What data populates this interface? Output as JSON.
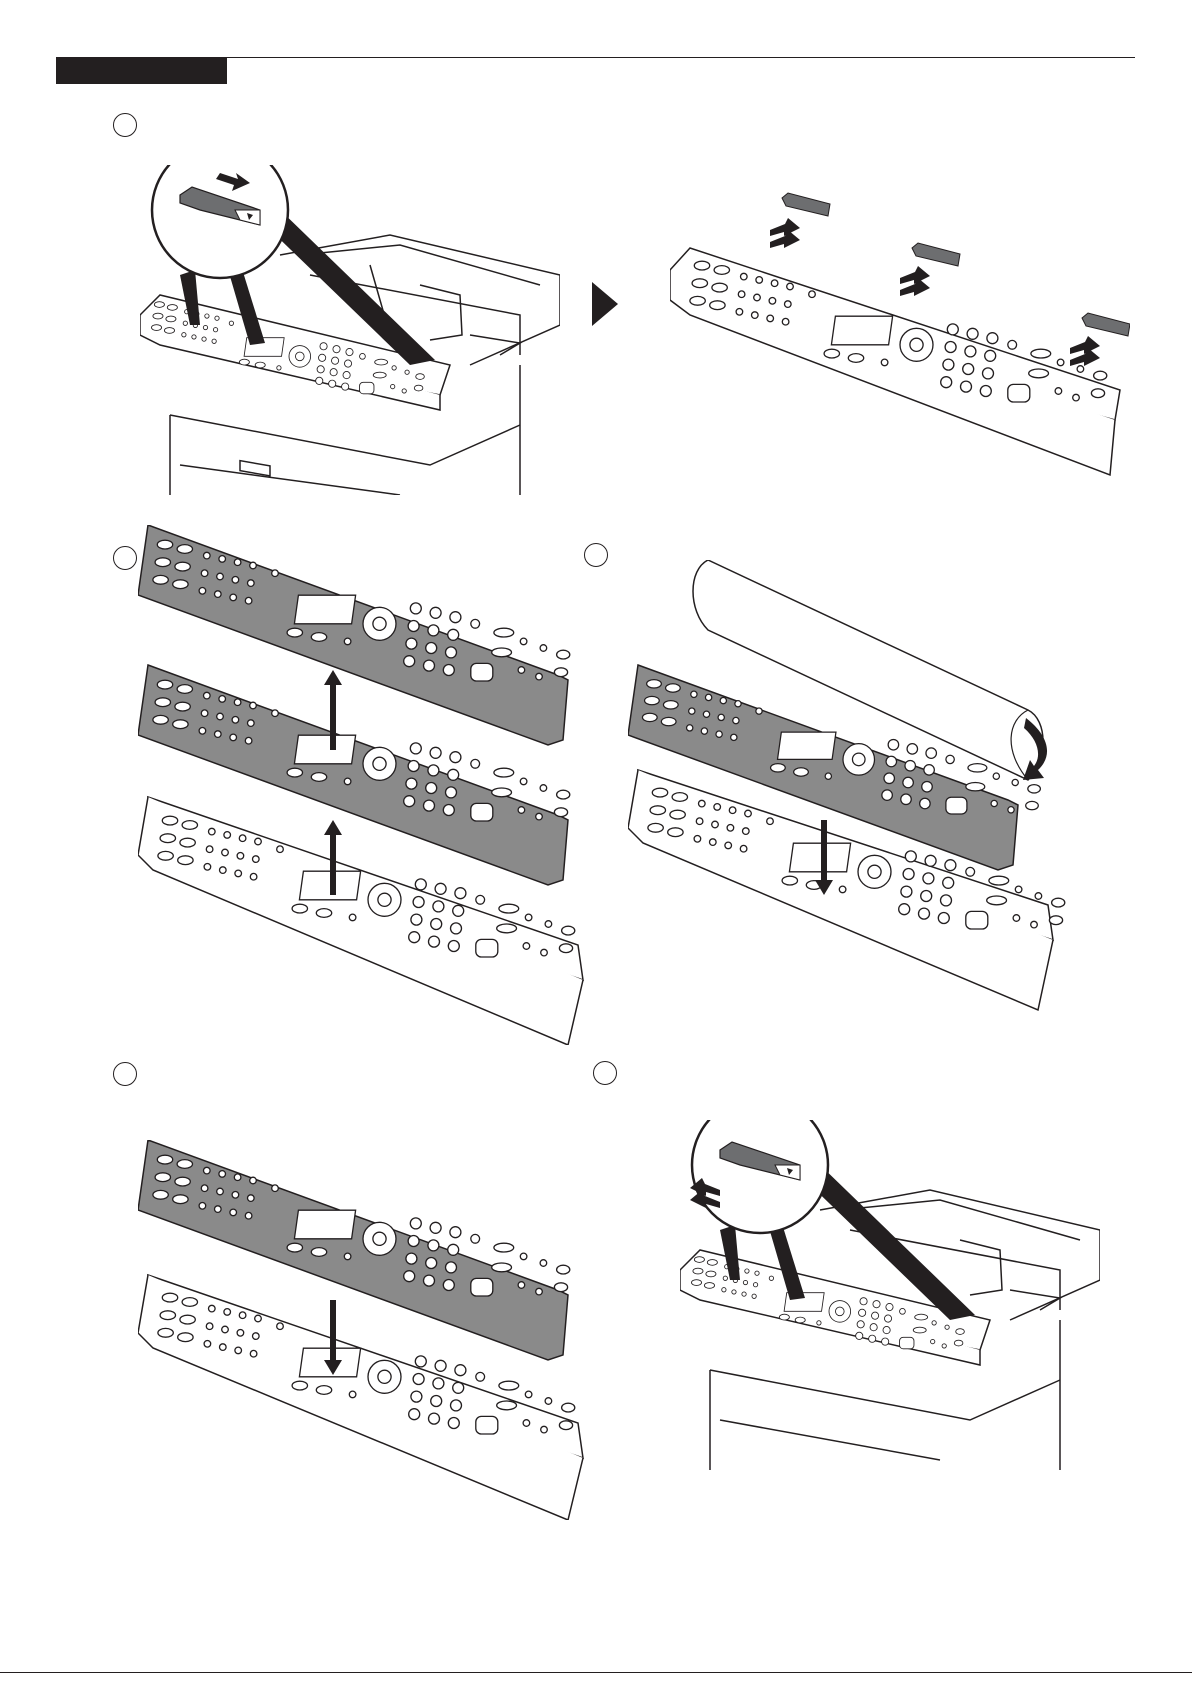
{
  "header": {
    "tab_color": "#231f20",
    "rule_color": "#231f20"
  },
  "steps": [
    {
      "id": "step-1",
      "label": ""
    },
    {
      "id": "step-2",
      "label": ""
    },
    {
      "id": "step-3",
      "label": ""
    },
    {
      "id": "step-4",
      "label": ""
    },
    {
      "id": "step-5",
      "label": ""
    }
  ],
  "illustrations": [
    {
      "name": "remove-clip-from-machine-panel",
      "icon": "printer-panel-with-clip-magnifier"
    },
    {
      "name": "clips-removed-panel",
      "icon": "operation-panel-with-three-clips"
    },
    {
      "name": "lift-old-sheet-and-cover",
      "icon": "panel-exploded-up-arrows"
    },
    {
      "name": "place-new-sheet-and-cover",
      "icon": "panel-with-film-sheet-down-arrow"
    },
    {
      "name": "lower-cover-onto-panel",
      "icon": "panel-exploded-down-arrow"
    },
    {
      "name": "reattach-clip-to-machine-panel",
      "icon": "printer-panel-with-clip-magnifier"
    }
  ],
  "colors": {
    "line": "#231f20",
    "panel_fill_gray": "#8a8a8a",
    "panel_fill_white": "#ffffff",
    "clip_fill": "#6d6e70"
  }
}
